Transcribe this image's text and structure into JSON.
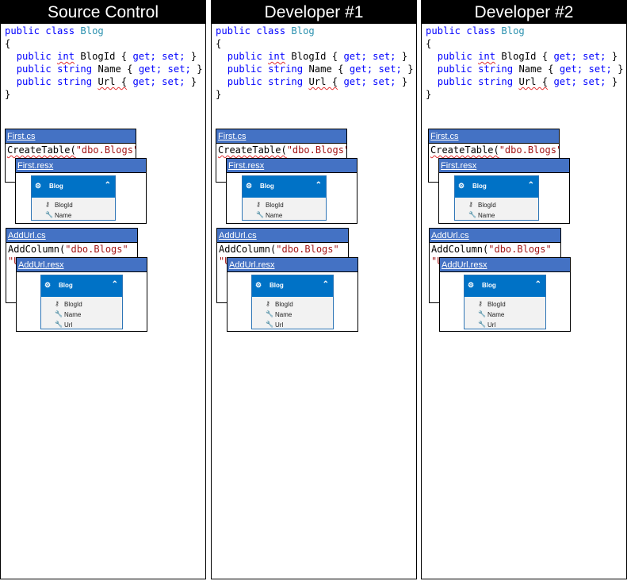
{
  "columns": [
    {
      "title": "Source Control",
      "code": {
        "line1_kw": "public class",
        "line1_type": "Blog",
        "open": "{",
        "p1_kw1": "public",
        "p1_type": "int",
        "p1_rest": "BlogId {",
        "p1_get": "get;",
        "p1_set": "set;",
        "p1_end": "}",
        "p2_kw1": "public",
        "p2_type": "string",
        "p2_rest": "Name {",
        "p2_get": "get;",
        "p2_set": "set;",
        "p2_end": "}",
        "p3_kw1": "public",
        "p3_type": "string",
        "p3_rest": "Url {",
        "p3_get": "get;",
        "p3_set": "set;",
        "p3_end": "}",
        "close": "}"
      }
    },
    {
      "title": "Developer #1"
    },
    {
      "title": "Developer #2"
    }
  ],
  "migrations": {
    "first_cs": {
      "title": "First.cs",
      "call": "CreateTable(",
      "arg": "\"dbo.Blogs\""
    },
    "first_resx": {
      "title": "First.resx",
      "entity": "Blog",
      "props": [
        "BlogId",
        "Name"
      ]
    },
    "addurl_cs": {
      "title": "AddUrl.cs",
      "call": "AddColumn(",
      "arg": "\"dbo.Blogs\"",
      "line2": "\"U"
    },
    "addurl_resx": {
      "title": "AddUrl.resx",
      "entity": "Blog",
      "props": [
        "BlogId",
        "Name",
        "Url"
      ]
    }
  },
  "icons": {
    "entity": "entity-icon",
    "key": "key-icon",
    "wrench": "wrench-icon",
    "chevron": "chevron-up-icon"
  },
  "colors": {
    "header": "#000000",
    "file_title": "#4472c4",
    "entity_head": "#0072c6",
    "keyword": "#0000ff",
    "type": "#2b91af",
    "string": "#a31515"
  }
}
